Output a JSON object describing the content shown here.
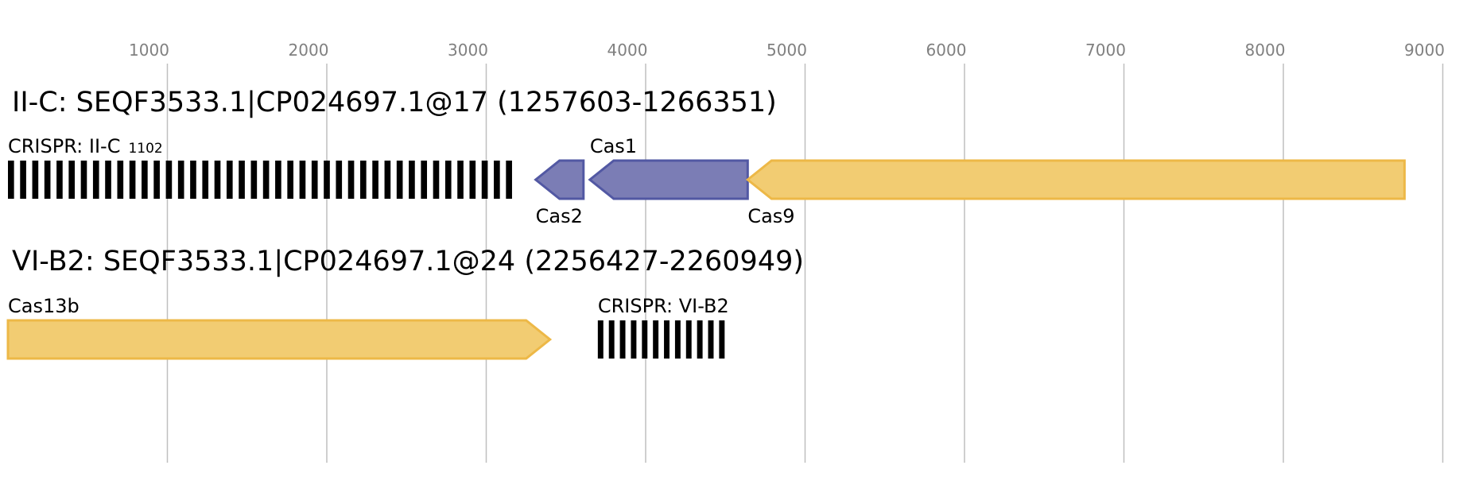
{
  "scale": {
    "ticks": [
      1000,
      2000,
      3000,
      4000,
      5000,
      6000,
      7000,
      8000,
      9000
    ],
    "range_bp": [
      0,
      9000
    ]
  },
  "loci": [
    {
      "title": "II-C: SEQF3533.1|CP024697.1@17 (1257603-1266351)",
      "features": [
        {
          "kind": "crispr",
          "label": "CRISPR: II-C",
          "label_sub": "1102",
          "label_pos": "above",
          "start": 0,
          "end": 3200,
          "stripes": 42
        },
        {
          "kind": "gene",
          "label": "Cas2",
          "label_pos": "below",
          "start": 3310,
          "end": 3610,
          "strand": "-",
          "category": "adaptation"
        },
        {
          "kind": "gene",
          "label": "Cas1",
          "label_pos": "above",
          "start": 3650,
          "end": 4640,
          "strand": "-",
          "category": "adaptation"
        },
        {
          "kind": "gene",
          "label": "Cas9",
          "label_pos": "below",
          "start": 4640,
          "end": 8760,
          "strand": "-",
          "category": "effector"
        }
      ]
    },
    {
      "title": "VI-B2: SEQF3533.1|CP024697.1@24 (2256427-2260949)",
      "features": [
        {
          "kind": "gene",
          "label": "Cas13b",
          "label_pos": "above",
          "start": 0,
          "end": 3400,
          "strand": "+",
          "category": "effector"
        },
        {
          "kind": "crispr",
          "label": "CRISPR: VI-B2",
          "label_pos": "above",
          "start": 3700,
          "end": 4530,
          "stripes": 12
        }
      ]
    }
  ],
  "colors": {
    "adaptation_fill": "#7b7db5",
    "adaptation_stroke": "#5258a3",
    "effector_fill": "#f2cc72",
    "effector_stroke": "#edb847",
    "crispr": "#000000"
  }
}
